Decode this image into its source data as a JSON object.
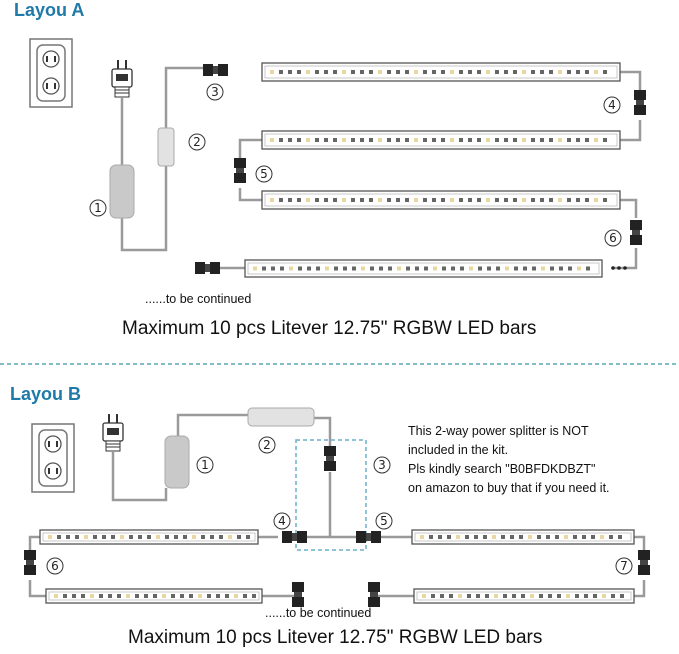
{
  "section_a": {
    "title": "Layou A",
    "labels": [
      "1",
      "2",
      "3",
      "4",
      "5",
      "6"
    ],
    "continued": "......to be continued",
    "caption": "Maximum 10 pcs Litever 12.75\" RGBW LED bars"
  },
  "section_b": {
    "title": "Layou B",
    "labels": [
      "1",
      "2",
      "3",
      "4",
      "5",
      "6",
      "7"
    ],
    "note_lines": [
      "This 2-way power splitter is NOT",
      "included in the kit.",
      "Pls kindly search \"B0BFDKDBZT\"",
      "on amazon to buy that if you need it."
    ],
    "continued": "......to be continued",
    "caption": "Maximum 10 pcs Litever 12.75\" RGBW LED bars"
  },
  "colors": {
    "accent": "#1f7aa8",
    "divider": "#5aa9b5",
    "splitter_box": "#6ab0c8",
    "wire": "#9a9a9a",
    "adapter": "#c9c9c9"
  }
}
